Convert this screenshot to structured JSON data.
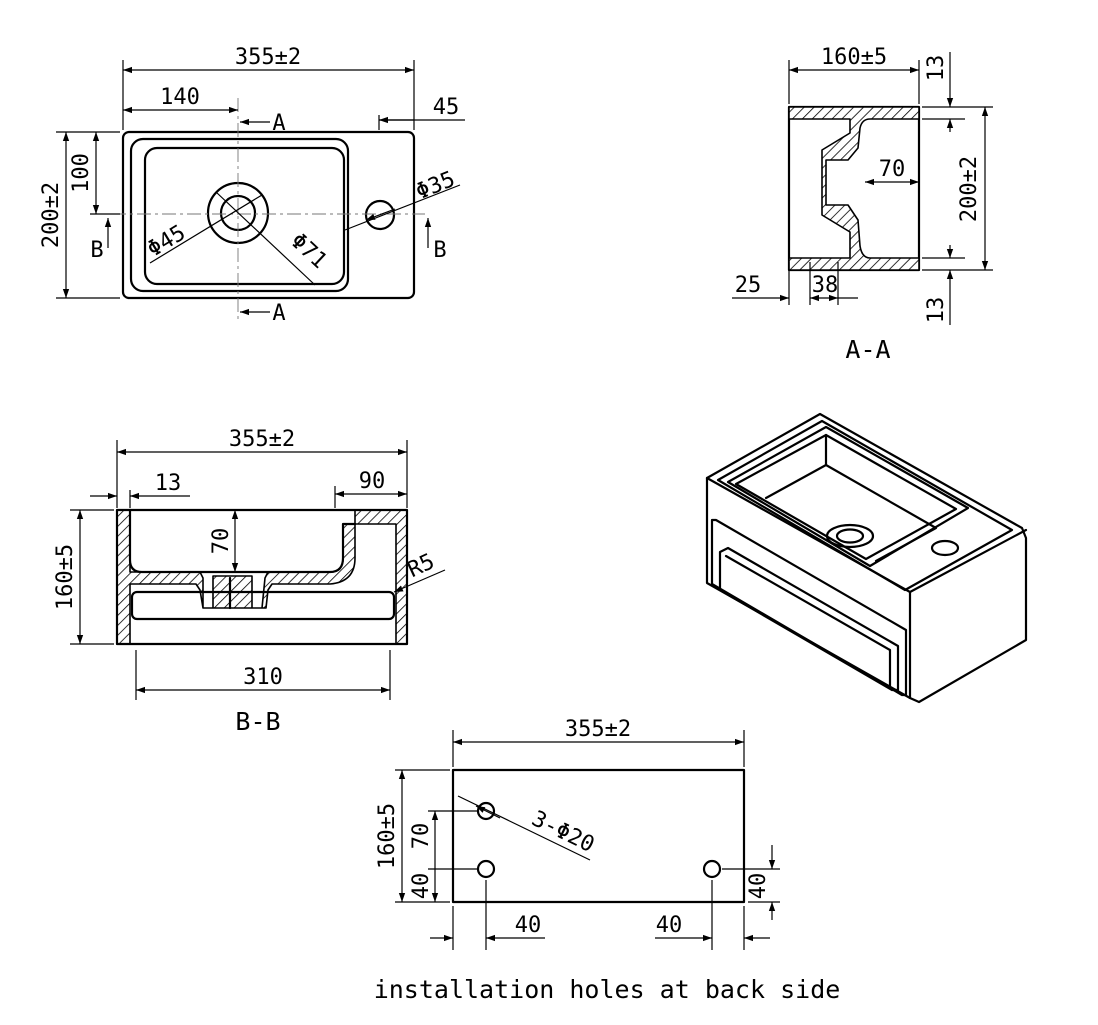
{
  "top_view": {
    "dim_length": "355±2",
    "dim_bowl_center": "140",
    "dim_tap_offset": "45",
    "dim_width": "200±2",
    "dim_half_width": "100",
    "dia_tap_hole": "Φ35",
    "dia_drain": "Φ45",
    "dia_drain_outer": "Φ71",
    "section_a": "A",
    "section_b": "B"
  },
  "section_aa": {
    "dim_height": "160±5",
    "dim_depth": "200±2",
    "dim_wall_top": "13",
    "dim_wall_bottom": "13",
    "dim_bowl_depth": "70",
    "dim_edge": "25",
    "dim_slot": "38",
    "label": "A-A"
  },
  "section_bb": {
    "dim_length": "355±2",
    "dim_wall": "13",
    "dim_deck": "90",
    "dim_height": "160±5",
    "dim_bowl_depth": "70",
    "dim_radius": "R5",
    "dim_opening": "310",
    "label": "B-B"
  },
  "back_view": {
    "dim_length": "355±2",
    "dim_height": "160±5",
    "dim_hole_top": "70",
    "dim_hole_bottom_left": "40",
    "dim_hole_bottom_right": "40",
    "dim_hole_left": "40",
    "dim_hole_right": "40",
    "holes_note": "3-Φ20",
    "caption": "installation holes at back side"
  }
}
